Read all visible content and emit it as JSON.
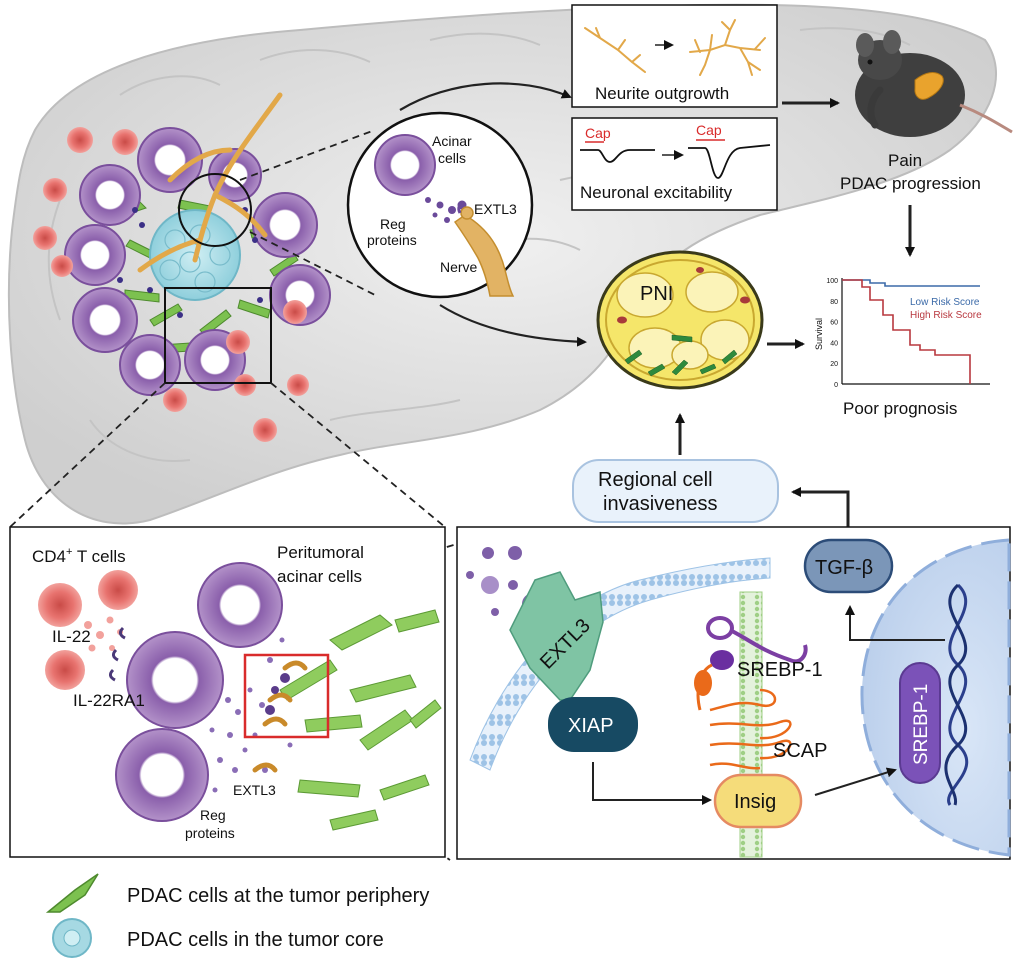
{
  "colors": {
    "pancreas": "#dcdcdc",
    "acinar": "#b392c9",
    "acinar_dark": "#8a5fab",
    "tcell": "#e8736f",
    "nerve": "#e2a849",
    "pdac_periphery": "#7cc14f",
    "pdac_core": "#a6d9e3",
    "extl3": "#7fc4a4",
    "xiap": "#174a63",
    "tgfb": "#7b96b8",
    "insig": "#f5dc7a",
    "srebp_box": "#7b52b8",
    "nucleus": "#c9daf2",
    "red": "#d92b2b",
    "low_risk": "#3b6aa8",
    "high_risk": "#b8383f"
  },
  "icons": [
    "tumor-cell-icon",
    "mouse-icon",
    "nerve-icon",
    "receptor-icon",
    "dna-icon"
  ],
  "zoom_circle": {
    "acinar": "Acinar\ncells",
    "extl3": "EXTL3",
    "reg": "Reg\nproteins",
    "nerve": "Nerve"
  },
  "neurite": {
    "label": "Neurite outgrowth"
  },
  "excitability": {
    "label": "Neuronal excitability",
    "cap1": "Cap",
    "cap2": "Cap"
  },
  "outcome": {
    "pain": "Pain",
    "progression": "PDAC progression"
  },
  "pni": {
    "label": "PNI"
  },
  "survival": {
    "ylabel": "Survival",
    "yticks": [
      "0",
      "20",
      "40",
      "60",
      "80",
      "100"
    ],
    "legend_low": "Low Risk Score",
    "legend_high": "High Risk Score",
    "caption": "Poor prognosis"
  },
  "invasion": {
    "label_line1": "Regional cell",
    "label_line2": "invasiveness"
  },
  "left_panel": {
    "cd4_main": "CD4",
    "cd4_sup": "+",
    "cd4_rest": " T cells",
    "peri1": "Peritumoral",
    "peri2": "acinar cells",
    "il22": "IL-22",
    "il22ra1": "IL-22RA1",
    "extl3": "EXTL3",
    "reg1": "Reg",
    "reg2": "proteins"
  },
  "right_panel": {
    "extl3": "EXTL3",
    "xiap": "XIAP",
    "tgfb": "TGF-β",
    "srebp1": "SREBP-1",
    "scap": "SCAP",
    "insig": "Insig",
    "srebp_nuc": "SREBP-1"
  },
  "legend": {
    "periphery": "PDAC cells at the tumor periphery",
    "core": "PDAC cells in the tumor core"
  }
}
